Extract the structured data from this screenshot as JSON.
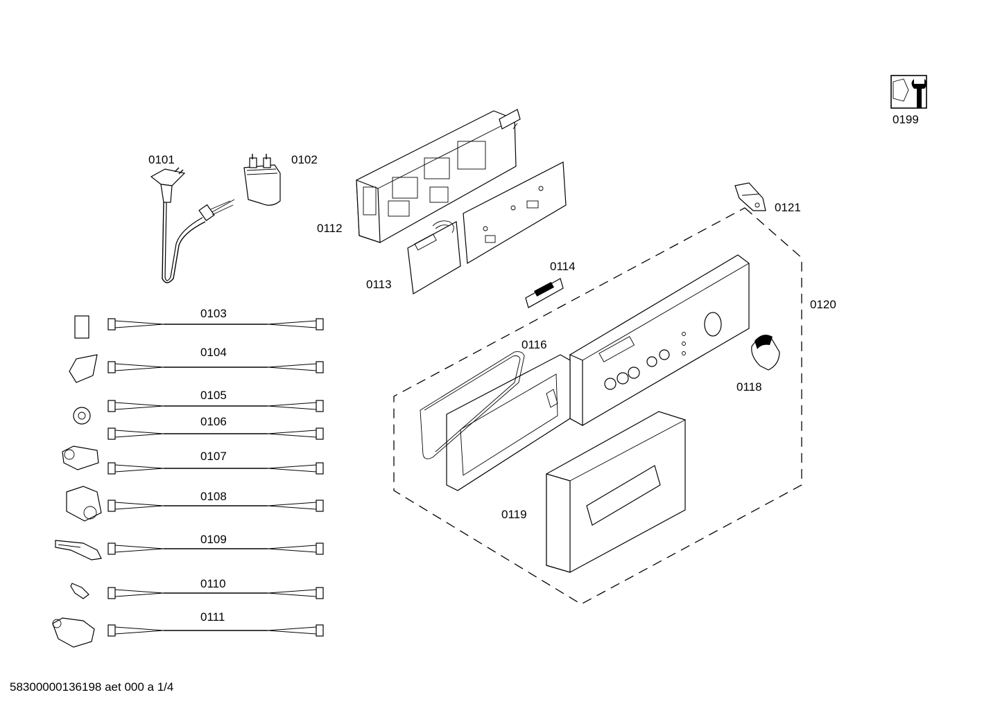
{
  "parts": [
    {
      "id": "p0101",
      "label": "0101"
    },
    {
      "id": "p0102",
      "label": "0102"
    },
    {
      "id": "p0103",
      "label": "0103"
    },
    {
      "id": "p0104",
      "label": "0104"
    },
    {
      "id": "p0105",
      "label": "0105"
    },
    {
      "id": "p0106",
      "label": "0106"
    },
    {
      "id": "p0107",
      "label": "0107"
    },
    {
      "id": "p0108",
      "label": "0108"
    },
    {
      "id": "p0109",
      "label": "0109"
    },
    {
      "id": "p0110",
      "label": "0110"
    },
    {
      "id": "p0111",
      "label": "0111"
    },
    {
      "id": "p0112",
      "label": "0112"
    },
    {
      "id": "p0113",
      "label": "0113"
    },
    {
      "id": "p0114",
      "label": "0114"
    },
    {
      "id": "p0116",
      "label": "0116"
    },
    {
      "id": "p0118",
      "label": "0118"
    },
    {
      "id": "p0119",
      "label": "0119"
    },
    {
      "id": "p0120",
      "label": "0120"
    },
    {
      "id": "p0121",
      "label": "0121"
    },
    {
      "id": "p0199",
      "label": "0199"
    }
  ],
  "footer": "58300000136198 aet 000 a 1/4",
  "icons": {
    "service_tool": "wrench-nut-icon"
  }
}
